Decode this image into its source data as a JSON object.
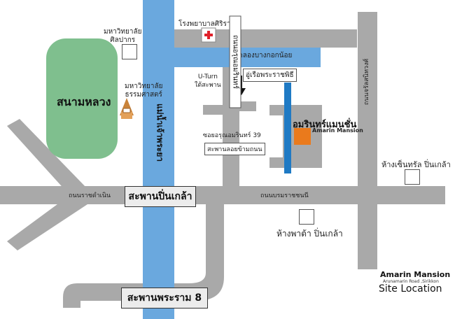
{
  "roads": {
    "ratchadamnoen": "ถนนราชดำเนิน",
    "borommaratchachonnani": "ถนนบรมราชชนนี",
    "charansanitwong": "ถนนจรัลสนิทวงศ์"
  },
  "river": {
    "label": "แม่น้ำเจ้าพระยา"
  },
  "canal": {
    "label": "คลองบางกอกน้อย"
  },
  "places": {
    "sanam_luang": "สนามหลวง",
    "silpakorn": "มหาวิทยาลัย\nศิลปากร",
    "thammasat": "มหาวิทยาลัย\nธรรมศาสตร์",
    "siriraj": "โรงพยาบาลศิริราช",
    "boat_museum": "อู่เรือพระราชพิธี",
    "central": "ห้างเซ็นทรัล ปิ่นเกล้า",
    "pata": "ห้างพาต้า ปิ่นเกล้า",
    "siriraj_road": "ถนนอรุณอมรินทร์"
  },
  "bridges": {
    "pinklao": "สะพานปิ่นเกล้า",
    "rama8": "สะพานพระราม 8"
  },
  "notes": {
    "uturn": "U-Turn\nใต้สะพาน",
    "soi39": "ซอยอรุณอมรินทร์ 39",
    "overpass": "สะพานลอยข้ามถนน"
  },
  "marker": {
    "name_th": "อมรินทร์แมนชั่น",
    "name_en": "Amarin Mansion",
    "color": "#ea7a1c"
  },
  "title": {
    "line1": "Amarin Mansion",
    "line2": "Arunamarin Road ,Sirikkon",
    "line3": "Site Location"
  },
  "colors": {
    "road": "#a9a9a9",
    "water": "#6aa8de",
    "park": "#7fbf8e",
    "building_line": "#1f7ac4"
  }
}
